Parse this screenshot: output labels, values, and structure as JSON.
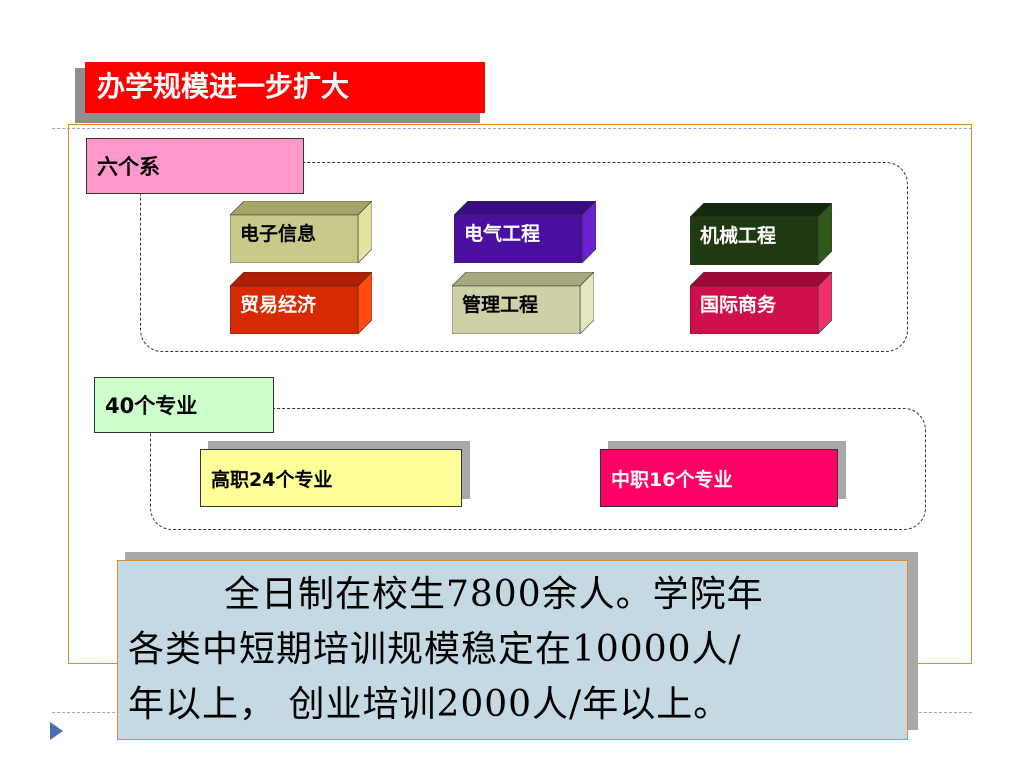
{
  "slide": {
    "title": "办学规模进一步扩大",
    "departments": {
      "label": "六个系",
      "items": [
        {
          "name": "电子信息",
          "front": "#c9c98a",
          "top": "#a6a566",
          "side": "#e3e3a0",
          "text_color": "#000000"
        },
        {
          "name": "电气工程",
          "front": "#4a0fa0",
          "top": "#3a0a80",
          "side": "#6a20d0",
          "text_color": "#ffffff"
        },
        {
          "name": "机械工程",
          "front": "#1f3a12",
          "top": "#142a0a",
          "side": "#2f5a1c",
          "text_color": "#ffffff"
        },
        {
          "name": "贸易经济",
          "front": "#d82a00",
          "top": "#b02000",
          "side": "#ff4a10",
          "text_color": "#ffffff"
        },
        {
          "name": "管理工程",
          "front": "#cfcfa8",
          "top": "#a8a880",
          "side": "#e6e6c0",
          "text_color": "#000000"
        },
        {
          "name": "国际商务",
          "front": "#d0104a",
          "top": "#a00838",
          "side": "#f0306a",
          "text_color": "#ffffff"
        }
      ]
    },
    "majors": {
      "label": "40个专业",
      "higher": "高职24个专业",
      "secondary": "中职16个专业"
    },
    "summary": {
      "line1": "全日制在校生7800余人。学院年",
      "line2": "各类中短期培训规模稳定在10000人/",
      "line3": "年以上， 创业培训2000人/年以上。"
    },
    "colors": {
      "title_bg": "#ff0000",
      "dept_label_bg": "#ff99cc",
      "majors_label_bg": "#ccffcc",
      "higher_bg": "#ffff99",
      "secondary_bg": "#ff0066",
      "summary_bg": "#c5d9e2",
      "frame": "#e08a30"
    }
  }
}
